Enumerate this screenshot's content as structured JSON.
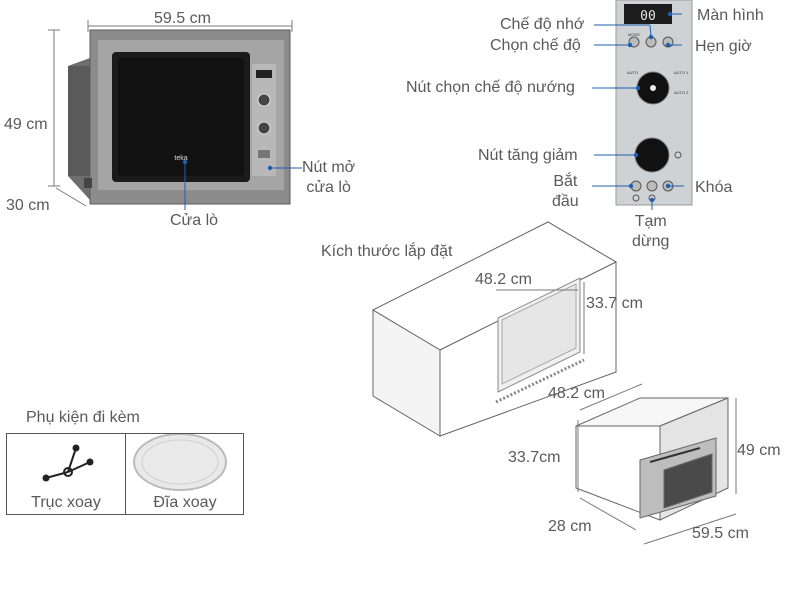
{
  "colors": {
    "line": "#5a5a5a",
    "steel": "#8a8a8a",
    "glass": "#1a1a1a",
    "panel": "#cfd2d4",
    "blue": "#1f5fb0"
  },
  "oven_front": {
    "width": "59.5 cm",
    "height": "49 cm",
    "depth": "30 cm",
    "door_label": "Cửa lò",
    "open_button_label": [
      "Nút mở",
      "cửa lò"
    ],
    "brand": "teka"
  },
  "control_panel": {
    "display_value": "00",
    "labels": {
      "display": "Màn hình",
      "memory": "Chế độ nhớ",
      "mode": "Chọn chế độ",
      "timer": "Hẹn giờ",
      "bake_knob": "Nút chọn chế độ nướng",
      "adjust_knob": "Nút tăng giảm",
      "start": [
        "Bắt",
        "đầu"
      ],
      "lock": "Khóa",
      "pause": [
        "Tạm",
        "dừng"
      ]
    }
  },
  "installation": {
    "title": "Kích thước lắp đặt",
    "cabinet_width": "48.2 cm",
    "cabinet_height": "33.7 cm"
  },
  "oven_3d": {
    "inner_width": "48.2 cm",
    "inner_height": "33.7cm",
    "height": "49 cm",
    "depth": "28 cm",
    "width": "59.5 cm"
  },
  "accessories": {
    "title": "Phụ kiện đi kèm",
    "items": [
      {
        "label": "Trục xoay",
        "icon": "turntable-support-icon"
      },
      {
        "label": "Đĩa xoay",
        "icon": "glass-turntable-icon"
      }
    ]
  }
}
